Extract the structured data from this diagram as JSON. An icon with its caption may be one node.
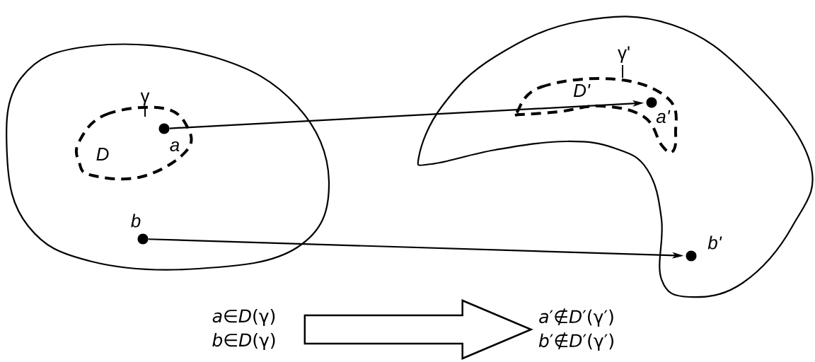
{
  "diagram": {
    "nodes": [
      {
        "text": [],
        "shape": "blob"
      },
      {
        "text": [
          "D"
        ],
        "beside": [
          "γ"
        ],
        "in": 0
      },
      {
        "text": [],
        "shape": "circle",
        "beside": [
          "a"
        ],
        "in": 1
      },
      {
        "text": [],
        "shape": "circle",
        "beside": [
          "b"
        ],
        "in": 0
      },
      {
        "text": [],
        "shape": "blob"
      },
      {
        "text": [
          "D'"
        ],
        "beside": [
          "γ'"
        ],
        "in": 4
      },
      {
        "text": [],
        "shape": "circle",
        "beside": [
          "a'"
        ],
        "in": 5
      },
      {
        "text": [],
        "shape": "circle",
        "beside": [
          "b'"
        ],
        "in": 4
      },
      {
        "text": [
          "*a*∈*D*(γ)",
          "*b*∈*D*(γ)"
        ]
      },
      {
        "text": [
          "*a*′∉*D*′(γ′)",
          "*b*′∉*D*′(γ′)"
        ]
      }
    ],
    "edges": [
      {
        "from": 2,
        "to": 6,
        "arrow": "to"
      },
      {
        "from": 3,
        "to": 7,
        "arrow": "to"
      },
      {
        "from": 8,
        "to": 9,
        "arrow": "to",
        "style": "thick"
      }
    ]
  }
}
